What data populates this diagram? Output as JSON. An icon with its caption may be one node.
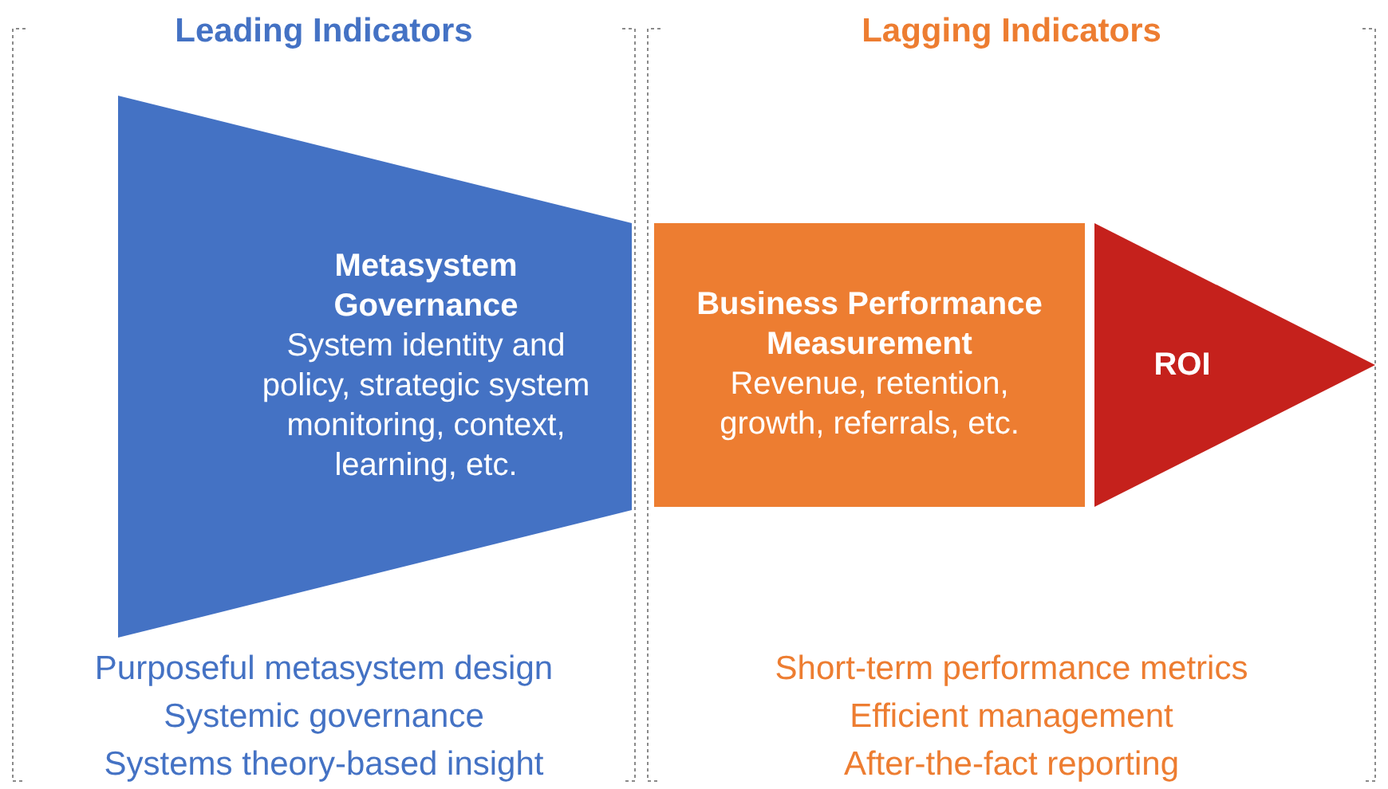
{
  "diagram": {
    "nodes": [
      {
        "text": [
          "Leading Indicators",
          "Purposeful metasystem design",
          "Systemic governance",
          "Systems theory-based insight"
        ]
      },
      {
        "text": [
          "Metasystem Governance",
          "System identity and policy, strategic system monitoring, context, learning, etc."
        ],
        "in": 0
      },
      {
        "text": [
          "Lagging Indicators",
          "Short-term performance metrics",
          "Efficient management",
          "After-the-fact reporting"
        ]
      },
      {
        "text": [
          "Business Performance Measurement",
          "Revenue, retention, growth, referrals, etc."
        ],
        "in": 2
      },
      {
        "text": [
          "ROI"
        ],
        "in": 2
      }
    ]
  }
}
